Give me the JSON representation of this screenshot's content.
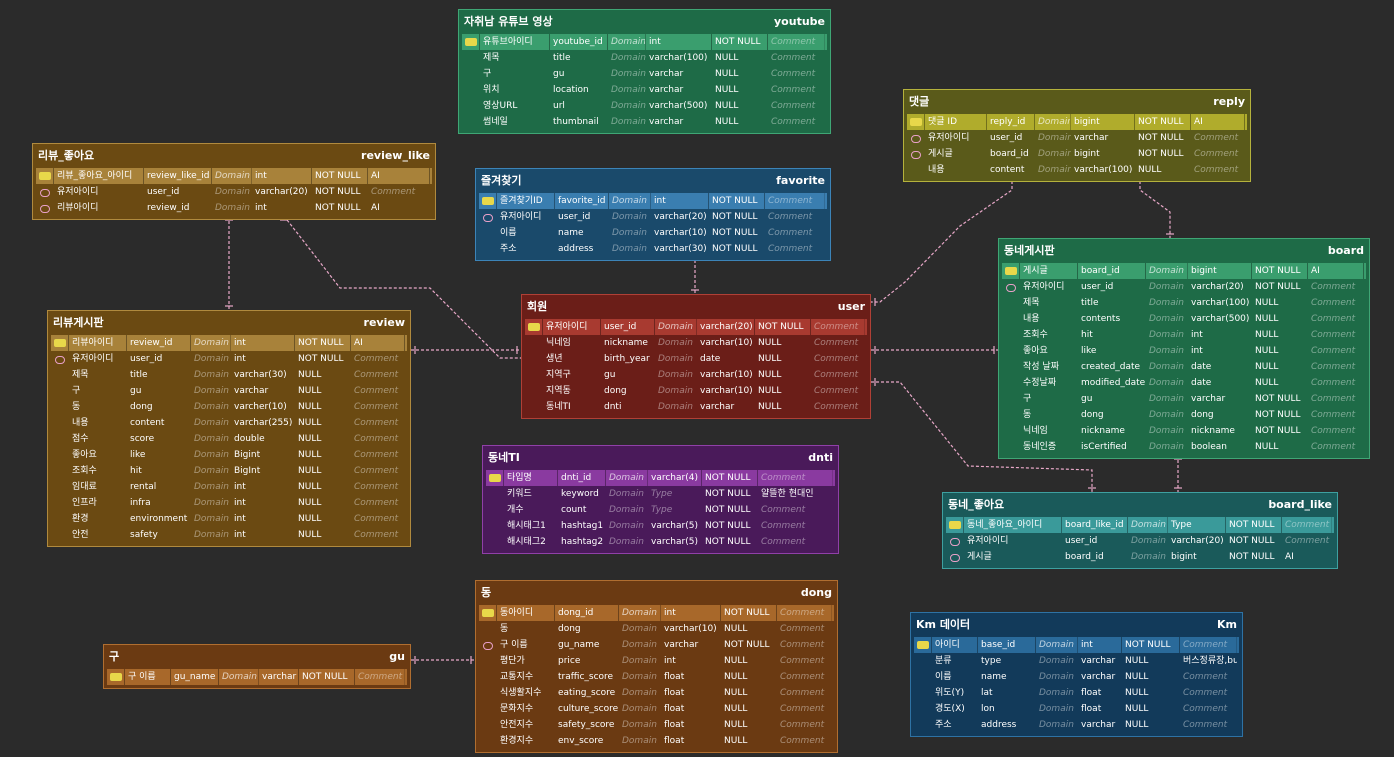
{
  "icons": {
    "pk": "primary-key-icon",
    "fk": "foreign-key-icon"
  },
  "tables": [
    {
      "id": "youtube",
      "title": "자취남 유튜브 영상",
      "name": "youtube",
      "color": "#1e6b47",
      "header": "#1e6b47",
      "pkrow": "#3a9e6e",
      "border": "#3fa675",
      "rows": [
        [
          "pk",
          "유튜브아이디",
          "youtube_id",
          "Domain",
          "int",
          "NOT NULL",
          "Comment"
        ],
        [
          "",
          "제목",
          "title",
          "Domain",
          "varchar(100)",
          "NULL",
          "Comment"
        ],
        [
          "",
          "구",
          "gu",
          "Domain",
          "varchar",
          "NULL",
          "Comment"
        ],
        [
          "",
          "위치",
          "location",
          "Domain",
          "varchar",
          "NULL",
          "Comment"
        ],
        [
          "",
          "영상URL",
          "url",
          "Domain",
          "varchar(500)",
          "NULL",
          "Comment"
        ],
        [
          "",
          "썸네일",
          "thumbnail",
          "Domain",
          "varchar",
          "NULL",
          "Comment"
        ]
      ]
    },
    {
      "id": "reply",
      "title": "댓글",
      "name": "reply",
      "color": "#5a5a1a",
      "header": "#5a5a1a",
      "pkrow": "#b0ac2c",
      "border": "#b5b23c",
      "rows": [
        [
          "pk",
          "댓글 ID",
          "reply_id",
          "Domain",
          "bigint",
          "NOT NULL",
          "AI"
        ],
        [
          "fk",
          "유저아이디",
          "user_id",
          "Domain",
          "varchar",
          "NOT NULL",
          "Comment"
        ],
        [
          "fk",
          "게시글",
          "board_id",
          "Domain",
          "bigint",
          "NOT NULL",
          "Comment"
        ],
        [
          "",
          "내용",
          "content",
          "Domain",
          "varchar(100)",
          "NULL",
          "Comment"
        ]
      ]
    },
    {
      "id": "review_like",
      "title": "리뷰_좋아요",
      "name": "review_like",
      "color": "#6b4a12",
      "header": "#6b4a12",
      "pkrow": "#a8823a",
      "border": "#b08a3e",
      "rows": [
        [
          "pk",
          "리뷰_좋아요_아이디",
          "review_like_id",
          "Domain",
          "int",
          "NOT NULL",
          "AI"
        ],
        [
          "fk",
          "유저아이디",
          "user_id",
          "Domain",
          "varchar(20)",
          "NOT NULL",
          "Comment"
        ],
        [
          "fk",
          "리뷰아이디",
          "review_id",
          "Domain",
          "int",
          "NOT NULL",
          "AI"
        ]
      ]
    },
    {
      "id": "favorite",
      "title": "즐겨찾기",
      "name": "favorite",
      "color": "#1a4a6b",
      "header": "#1a4a6b",
      "pkrow": "#3a7eb0",
      "border": "#3c84b8",
      "rows": [
        [
          "pk",
          "즐겨찾기ID",
          "favorite_id",
          "Domain",
          "int",
          "NOT NULL",
          "Comment"
        ],
        [
          "fk",
          "유저아이디",
          "user_id",
          "Domain",
          "varchar(20)",
          "NOT NULL",
          "Comment"
        ],
        [
          "",
          "이름",
          "name",
          "Domain",
          "varchar(10)",
          "NOT NULL",
          "Comment"
        ],
        [
          "",
          "주소",
          "address",
          "Domain",
          "varchar(30)",
          "NOT NULL",
          "Comment"
        ]
      ]
    },
    {
      "id": "board",
      "title": "동네게시판",
      "name": "board",
      "color": "#1e6b47",
      "header": "#1e6b47",
      "pkrow": "#3a9e6e",
      "border": "#3fa675",
      "rows": [
        [
          "pk",
          "게시글",
          "board_id",
          "Domain",
          "bigint",
          "NOT NULL",
          "AI"
        ],
        [
          "fk",
          "유저아이디",
          "user_id",
          "Domain",
          "varchar(20)",
          "NOT NULL",
          "Comment"
        ],
        [
          "",
          "제목",
          "title",
          "Domain",
          "varchar(100)",
          "NULL",
          "Comment"
        ],
        [
          "",
          "내용",
          "contents",
          "Domain",
          "varchar(500)",
          "NULL",
          "Comment"
        ],
        [
          "",
          "조회수",
          "hit",
          "Domain",
          "int",
          "NULL",
          "Comment"
        ],
        [
          "",
          "좋아요",
          "like",
          "Domain",
          "int",
          "NULL",
          "Comment"
        ],
        [
          "",
          "작성 날짜",
          "created_date",
          "Domain",
          "date",
          "NULL",
          "Comment"
        ],
        [
          "",
          "수정날짜",
          "modified_date",
          "Domain",
          "date",
          "NULL",
          "Comment"
        ],
        [
          "",
          "구",
          "gu",
          "Domain",
          "varchar",
          "NOT NULL",
          "Comment"
        ],
        [
          "",
          "동",
          "dong",
          "Domain",
          "dong",
          "NOT NULL",
          "Comment"
        ],
        [
          "",
          "닉네임",
          "nickname",
          "Domain",
          "nickname",
          "NOT NULL",
          "Comment"
        ],
        [
          "",
          "동네인증",
          "isCertified",
          "Domain",
          "boolean",
          "NULL",
          "Comment"
        ]
      ]
    },
    {
      "id": "review",
      "title": "리뷰게시판",
      "name": "review",
      "color": "#6b4a12",
      "header": "#6b4a12",
      "pkrow": "#a8823a",
      "border": "#b08a3e",
      "rows": [
        [
          "pk",
          "리뷰아이디",
          "review_id",
          "Domain",
          "int",
          "NOT NULL",
          "AI"
        ],
        [
          "fk",
          "유저아이디",
          "user_id",
          "Domain",
          "int",
          "NOT NULL",
          "Comment"
        ],
        [
          "",
          "제목",
          "title",
          "Domain",
          "varchar(30)",
          "NULL",
          "Comment"
        ],
        [
          "",
          "구",
          "gu",
          "Domain",
          "varchar",
          "NULL",
          "Comment"
        ],
        [
          "",
          "동",
          "dong",
          "Domain",
          "varcher(10)",
          "NULL",
          "Comment"
        ],
        [
          "",
          "내용",
          "content",
          "Domain",
          "varchar(255)",
          "NULL",
          "Comment"
        ],
        [
          "",
          "점수",
          "score",
          "Domain",
          "double",
          "NULL",
          "Comment"
        ],
        [
          "",
          "좋아요",
          "like",
          "Domain",
          "Bigint",
          "NULL",
          "Comment"
        ],
        [
          "",
          "조회수",
          "hit",
          "Domain",
          "BigInt",
          "NULL",
          "Comment"
        ],
        [
          "",
          "임대료",
          "rental",
          "Domain",
          "int",
          "NULL",
          "Comment"
        ],
        [
          "",
          "인프라",
          "infra",
          "Domain",
          "int",
          "NULL",
          "Comment"
        ],
        [
          "",
          "환경",
          "environment",
          "Domain",
          "int",
          "NULL",
          "Comment"
        ],
        [
          "",
          "안전",
          "safety",
          "Domain",
          "int",
          "NULL",
          "Comment"
        ]
      ]
    },
    {
      "id": "user",
      "title": "회원",
      "name": "user",
      "color": "#6b1e18",
      "header": "#6b1e18",
      "pkrow": "#a83a30",
      "border": "#b04036",
      "rows": [
        [
          "pk",
          "유저아이디",
          "user_id",
          "Domain",
          "varchar(20)",
          "NOT NULL",
          "Comment"
        ],
        [
          "",
          "닉네임",
          "nickname",
          "Domain",
          "varchar(10)",
          "NULL",
          "Comment"
        ],
        [
          "",
          "생년",
          "birth_year",
          "Domain",
          "date",
          "NULL",
          "Comment"
        ],
        [
          "",
          "지역구",
          "gu",
          "Domain",
          "varchar(10)",
          "NULL",
          "Comment"
        ],
        [
          "",
          "지역동",
          "dong",
          "Domain",
          "varchar(10)",
          "NULL",
          "Comment"
        ],
        [
          "",
          "동네TI",
          "dnti",
          "Domain",
          "varchar",
          "NULL",
          "Comment"
        ]
      ]
    },
    {
      "id": "dnti",
      "title": "동네TI",
      "name": "dnti",
      "color": "#4a1a5a",
      "header": "#4a1a5a",
      "pkrow": "#8a3aa0",
      "border": "#9040a8",
      "rows": [
        [
          "pk",
          "타입명",
          "dnti_id",
          "Domain",
          "varchar(4)",
          "NOT NULL",
          "Comment"
        ],
        [
          "",
          "키워드",
          "keyword",
          "Domain",
          "Type",
          "NOT NULL",
          "얄뜰한 현대인"
        ],
        [
          "",
          "개수",
          "count",
          "Domain",
          "Type",
          "NOT NULL",
          "Comment"
        ],
        [
          "",
          "해시태그1",
          "hashtag1",
          "Domain",
          "varchar(5)",
          "NOT NULL",
          "Comment"
        ],
        [
          "",
          "해시태그2",
          "hashtag2",
          "Domain",
          "varchar(5)",
          "NOT NULL",
          "Comment"
        ]
      ]
    },
    {
      "id": "board_like",
      "title": "동네_좋아요",
      "name": "board_like",
      "color": "#1a5a5a",
      "header": "#1a5a5a",
      "pkrow": "#3a9a9a",
      "border": "#3ea0a0",
      "rows": [
        [
          "pk",
          "동네_좋아요_아이디",
          "board_like_id",
          "Domain",
          "Type",
          "NOT NULL",
          "Comment"
        ],
        [
          "fk",
          "유저아이디",
          "user_id",
          "Domain",
          "varchar(20)",
          "NOT NULL",
          "Comment"
        ],
        [
          "fk",
          "게시글",
          "board_id",
          "Domain",
          "bigint",
          "NOT NULL",
          "AI"
        ]
      ]
    },
    {
      "id": "dong",
      "title": "동",
      "name": "dong",
      "color": "#6b3a12",
      "header": "#6b3a12",
      "pkrow": "#a8682a",
      "border": "#b06e30",
      "rows": [
        [
          "pk",
          "동아이디",
          "dong_id",
          "Domain",
          "int",
          "NOT NULL",
          "Comment"
        ],
        [
          "",
          "동",
          "dong",
          "Domain",
          "varchar(10)",
          "NULL",
          "Comment"
        ],
        [
          "fk",
          "구 이름",
          "gu_name",
          "Domain",
          "varchar",
          "NOT NULL",
          "Comment"
        ],
        [
          "",
          "평단가",
          "price",
          "Domain",
          "int",
          "NULL",
          "Comment"
        ],
        [
          "",
          "교통지수",
          "traffic_score",
          "Domain",
          "float",
          "NULL",
          "Comment"
        ],
        [
          "",
          "식생활지수",
          "eating_score",
          "Domain",
          "float",
          "NULL",
          "Comment"
        ],
        [
          "",
          "문화지수",
          "culture_score",
          "Domain",
          "float",
          "NULL",
          "Comment"
        ],
        [
          "",
          "안전지수",
          "safety_score",
          "Domain",
          "float",
          "NULL",
          "Comment"
        ],
        [
          "",
          "환경지수",
          "env_score",
          "Domain",
          "float",
          "NULL",
          "Comment"
        ]
      ]
    },
    {
      "id": "gu",
      "title": "구",
      "name": "gu",
      "color": "#6b3a12",
      "header": "#6b3a12",
      "pkrow": "#a8682a",
      "border": "#b06e30",
      "rows": [
        [
          "pk",
          "구 이름",
          "gu_name",
          "Domain",
          "varchar",
          "NOT NULL",
          "Comment"
        ]
      ]
    },
    {
      "id": "km",
      "title": "Km 데이터",
      "name": "Km",
      "color": "#123a5a",
      "header": "#123a5a",
      "pkrow": "#2a6a9a",
      "border": "#2e72a4",
      "rows": [
        [
          "pk",
          "아이디",
          "base_id",
          "Domain",
          "int",
          "NOT NULL",
          "Comment"
        ],
        [
          "",
          "분류",
          "type",
          "Domain",
          "varchar",
          "NULL",
          "버스정류장,bus"
        ],
        [
          "",
          "이름",
          "name",
          "Domain",
          "varchar",
          "NULL",
          "Comment"
        ],
        [
          "",
          "위도(Y)",
          "lat",
          "Domain",
          "float",
          "NULL",
          "Comment"
        ],
        [
          "",
          "경도(X)",
          "lon",
          "Domain",
          "float",
          "NULL",
          "Comment"
        ],
        [
          "",
          "주소",
          "address",
          "Domain",
          "varchar",
          "NULL",
          "Comment"
        ]
      ]
    }
  ],
  "relationship_color": "#e8a8c8"
}
